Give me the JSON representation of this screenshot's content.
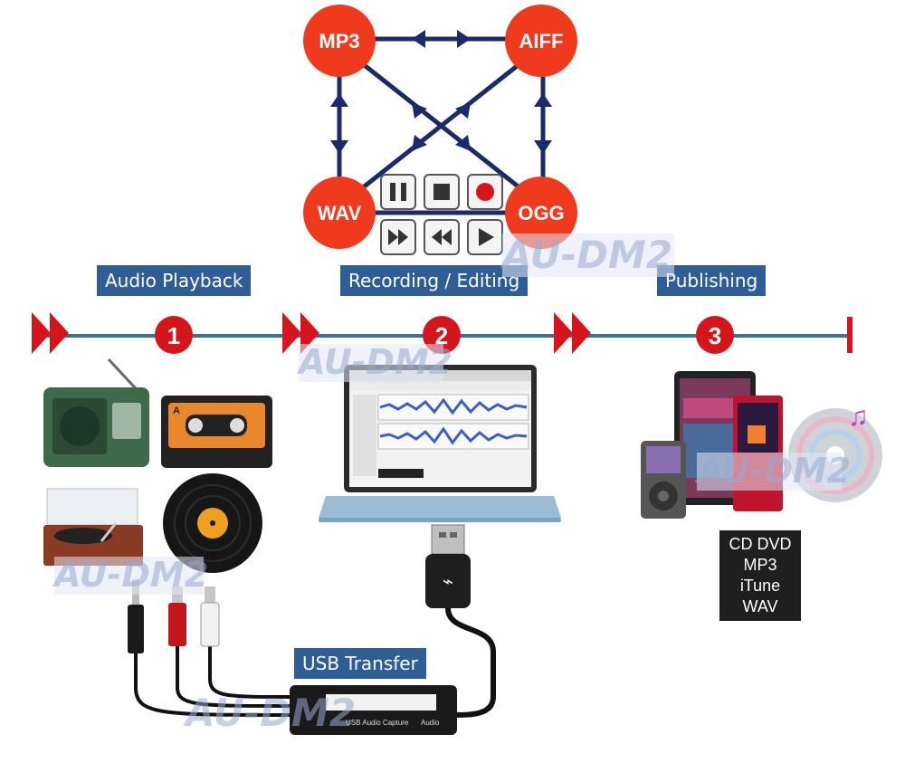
{
  "formats": {
    "mp3": "MP3",
    "aiff": "AIFF",
    "wav": "WAV",
    "ogg": "OGG"
  },
  "stages": [
    {
      "number": "1",
      "label": "Audio Playback"
    },
    {
      "number": "2",
      "label": "Recording / Editing"
    },
    {
      "number": "3",
      "label": "Publishing"
    }
  ],
  "usb_transfer_label": "USB Transfer",
  "publish_formats": [
    "CD DVD",
    "MP3",
    "iTune",
    "WAV"
  ],
  "watermark": "AU-DM2",
  "device_labels": {
    "capture_stick": "USB Audio Capture",
    "capture_side": "Audio"
  },
  "colors": {
    "format_circle": "#f03a1e",
    "arrow_navy": "#1a2b6b",
    "timeline_blue": "#3a6ea5",
    "marker_red": "#d4151c",
    "label_blue": "#2f5d95"
  }
}
